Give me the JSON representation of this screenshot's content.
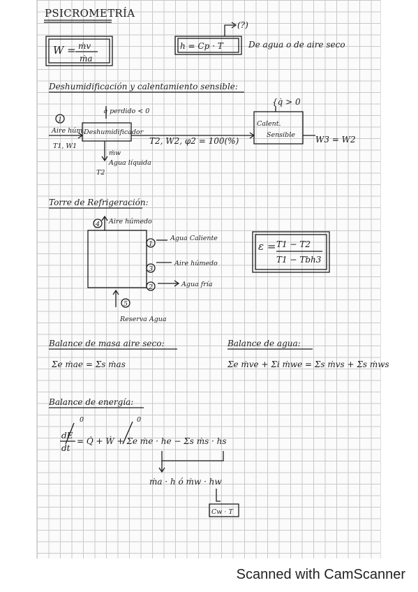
{
  "title": "PSICROMETRÍA",
  "formulas": {
    "w_lhs": "W =",
    "w_num": "ṁv",
    "w_den": "ṁa",
    "h_eq": "h = Cp · T",
    "q_label": "(?)",
    "h_note": "De agua o de aire seco"
  },
  "deshum": {
    "heading": "Deshumidificación y calentamiento sensible:",
    "q_removed": "q̇ perdido < 0",
    "q_positive": "{q̇ > 0",
    "node_1": "1",
    "inlet_label": "Aire húm.",
    "inlet_state": "T1, W1",
    "unit_label": "Deshumidificador",
    "stream_label": "T2, W2, φ2 = 100(%)",
    "water_mass": "ṁw",
    "water_liquid": "Agua líquida",
    "water_temp": "T2",
    "heater_line1": "Calent.",
    "heater_line2": "Sensible",
    "outlet_label": "W3 = W2"
  },
  "torre": {
    "heading": "Torre de Refrigeración:",
    "n4": "4",
    "moist_air_out": "Aire húmedo",
    "n1": "1",
    "hot_water": "Agua Caliente",
    "n3": "3",
    "moist_air_in": "Aire húmedo",
    "n2": "2",
    "cold_water": "Agua fría",
    "n5": "5",
    "makeup_water": "Reserva Agua",
    "eff_lhs": "ε =",
    "eff_num": "T1 − T2",
    "eff_den": "T1 − Tbh3"
  },
  "balances": {
    "dry_air_heading": "Balance de masa aire seco:",
    "dry_air_eq": "Σe ṁae = Σs ṁas",
    "water_heading": "Balance de agua:",
    "water_eq": "Σe ṁve + Σi ṁwe = Σs ṁvs + Σs ṁws",
    "energy_heading": "Balance de energía:",
    "energy_frac_num": "dE",
    "energy_frac_den": "dt",
    "zero_1": "0",
    "zero_2": "0",
    "energy_rhs": "= Q̇ + Ẇ + Σe ṁe · he − Σs ṁs · hs",
    "energy_sub": "ṁa · h  ó  ṁw · hw",
    "energy_cp": "Cw · T"
  },
  "watermark": "Scanned with CamScanner"
}
